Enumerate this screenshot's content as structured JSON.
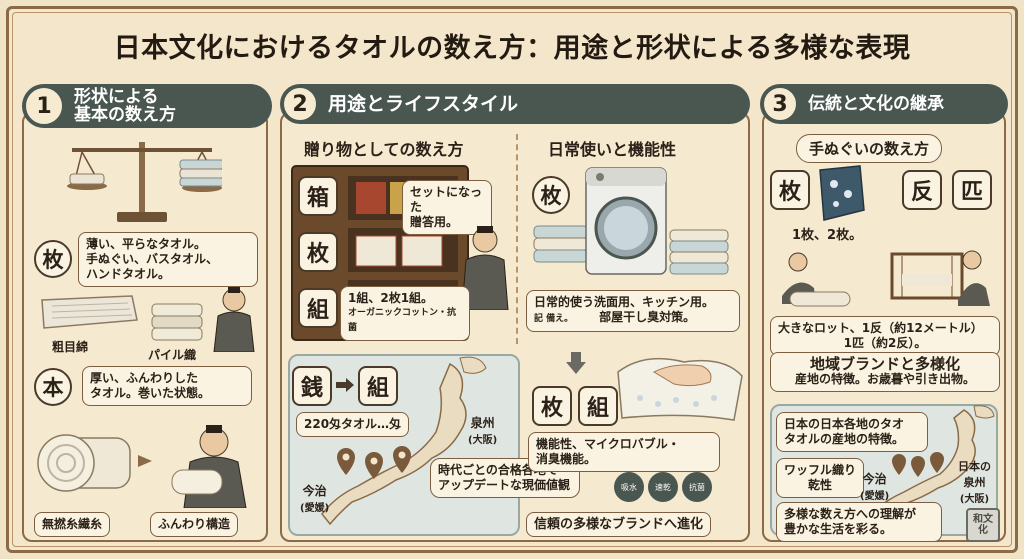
{
  "title": "日本文化におけるタオルの数え方：用途と形状による多様な表現",
  "colors": {
    "header": "#4a5650",
    "paper": "#f3e6cb",
    "border": "#8a6a47",
    "accent": "#a8472f"
  },
  "section1": {
    "num": "1",
    "title_line1": "形状による",
    "title_line2": "基本の数え方",
    "counter_mai": "枚",
    "mai_desc_line1": "薄い、平らなタオル。",
    "mai_desc_line2": "手ぬぐい、バスタオル、",
    "mai_desc_line3": "ハンドタオル。",
    "label_sokumen": "粗目綿",
    "label_pile": "パイル織",
    "counter_hon": "本",
    "hon_desc_line1": "厚い、ふんわりした",
    "hon_desc_line2": "タオル。巻いた状態。",
    "label_munen": "無撚糸繊糸",
    "label_fuwari": "ふんわり構造"
  },
  "section2": {
    "num": "2",
    "title": "用途とライフスタイル",
    "gift_head": "贈り物としての数え方",
    "counter_hako": "箱",
    "counter_mai": "枚",
    "counter_kumi": "組",
    "set_line1": "セットになった",
    "set_line2": "贈答用。",
    "kumi_line1": "1組、2枚1組。",
    "kumi_line2": "オーガニックコットン・抗菌",
    "daily_head": "日常使いと機能性",
    "daily_counter": "枚",
    "daily_line1": "日常的使う洗面用、キッチン用。",
    "daily_line2a": "部屋干し臭対策。",
    "daily_small": "記 備え。",
    "counter_zeni": "銭",
    "counter_kumi2": "組",
    "towel220": "220匁タオル…匁",
    "senshu_line1": "泉州",
    "senshu_line2": "(大阪)",
    "imabari_line1": "今治",
    "imabari_line2": "(愛媛)",
    "era_line1": "時代ごとの合格各地て",
    "era_line2": "アップデートな現価値観",
    "func_counter1": "枚",
    "func_counter2": "組",
    "func_line1": "機能性、マイクロバブル・",
    "func_line2": "消臭機能。",
    "trust": "信頼の多様なブランドへ進化",
    "badge1": "吸水",
    "badge2": "速乾",
    "badge3": "抗菌"
  },
  "section3": {
    "num": "3",
    "title": "伝統と文化の継承",
    "tenugui_head": "手ぬぐいの数え方",
    "counter_mai": "枚",
    "counter_tan": "反",
    "counter_hiki": "匹",
    "mai_example": "1枚、2枚。",
    "roll_line1": "大きなロット、1反（約12メートル）",
    "roll_line2": "1匹（約2反）。",
    "brand_head": "地域ブランドと多様化",
    "brand_desc": "産地の特徴。お歳暮や引き出物。",
    "origin_line1": "日本の日本各地のタオ",
    "origin_line2": "タオルの産地の特徴。",
    "waffle_line1": "ワッフル織り",
    "waffle_line2": "乾性",
    "imabari_line1": "今治",
    "imabari_line2": "(愛媛)",
    "senshu_line1": "日本の",
    "senshu_line2": "泉州",
    "senshu_line3": "(大阪)",
    "closing_line1": "多様な数え方への理解が",
    "closing_line2": "豊かな生活を彩る。",
    "stamp_line1": "和文",
    "stamp_line2": "化"
  }
}
